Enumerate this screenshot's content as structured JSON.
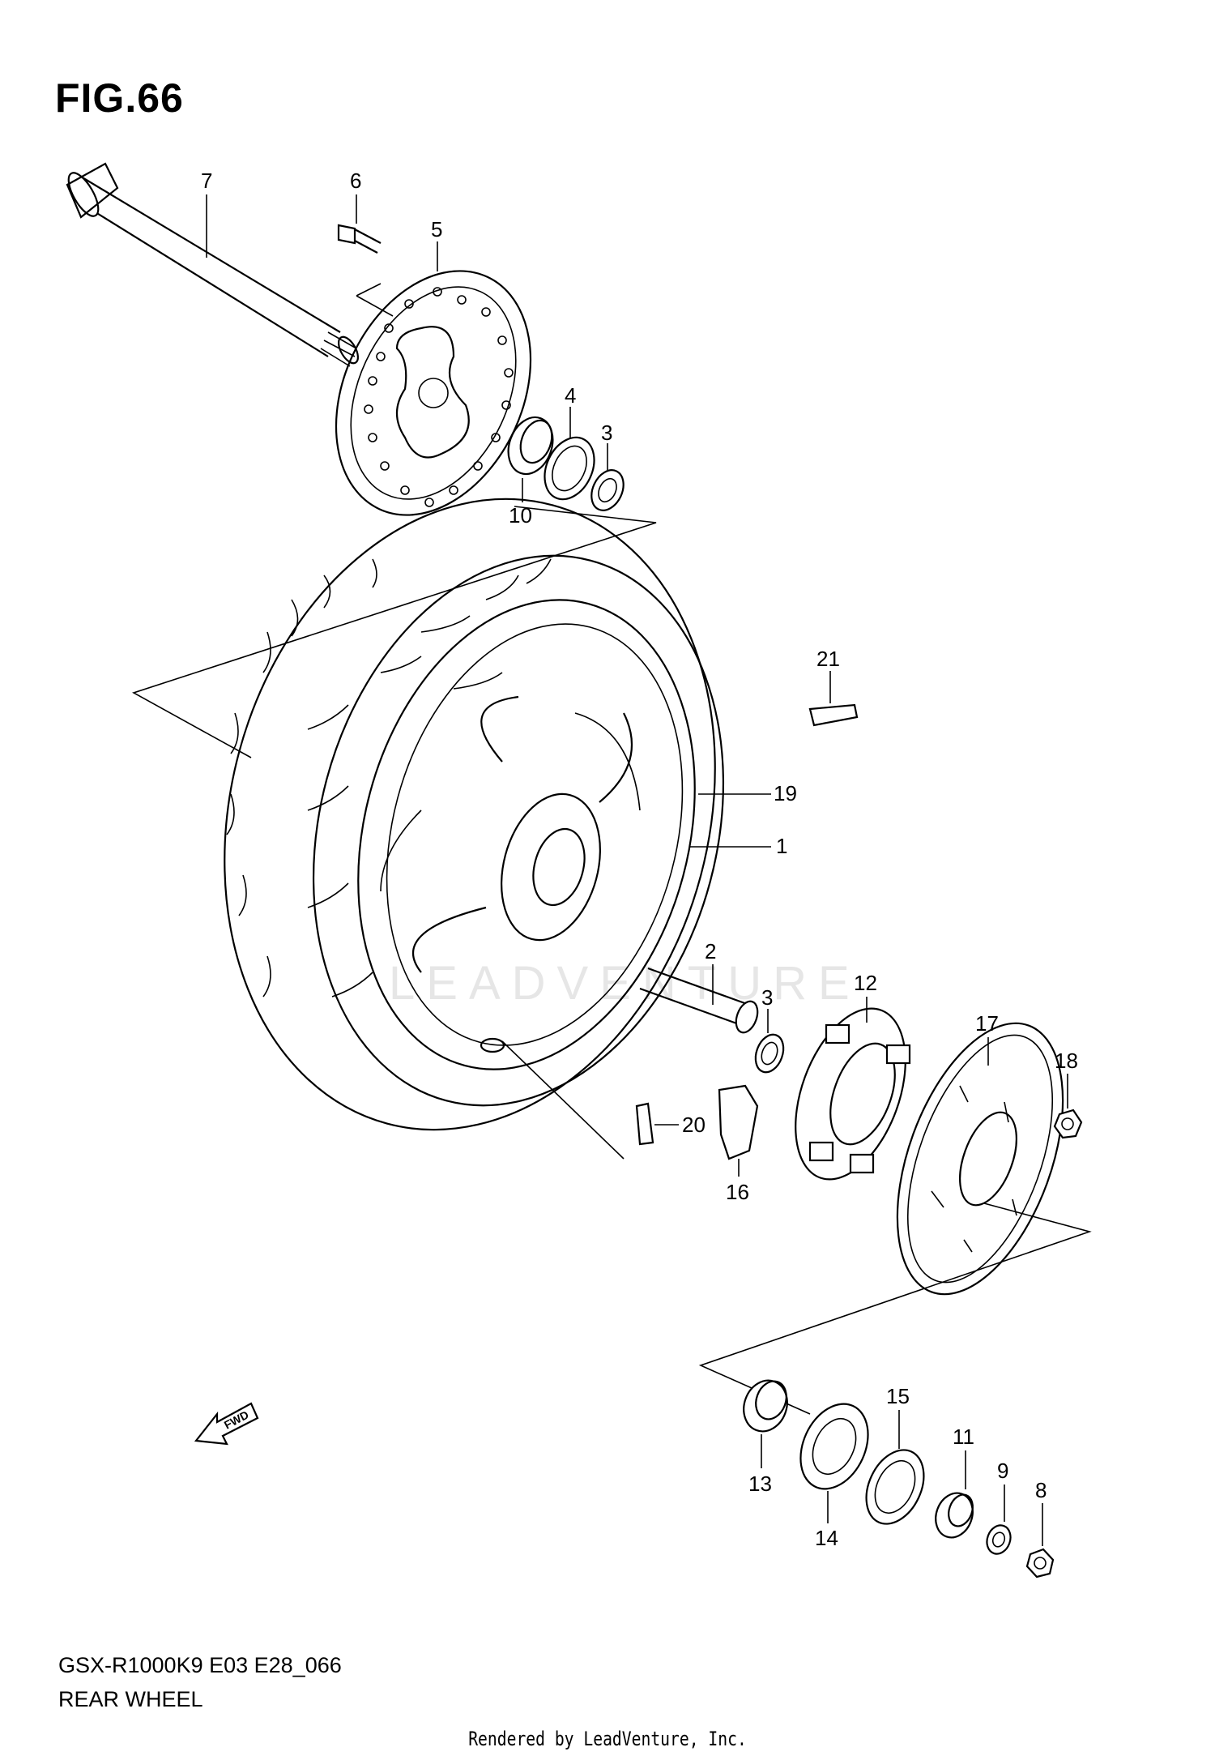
{
  "figure_title": "FIG.66",
  "model_code": "GSX-R1000K9 E03 E28_066",
  "section_name": "REAR WHEEL",
  "credit": "Rendered by LeadVenture, Inc.",
  "watermark": "LEADVENTURE",
  "fwd_label": "FWD",
  "callouts": {
    "c1": "1",
    "c2": "2",
    "c3a": "3",
    "c3b": "3",
    "c4": "4",
    "c5": "5",
    "c6": "6",
    "c7": "7",
    "c8": "8",
    "c9": "9",
    "c10": "10",
    "c11": "11",
    "c12": "12",
    "c13": "13",
    "c14": "14",
    "c15": "15",
    "c16": "16",
    "c17": "17",
    "c18": "18",
    "c19": "19",
    "c20": "20",
    "c21": "21"
  }
}
